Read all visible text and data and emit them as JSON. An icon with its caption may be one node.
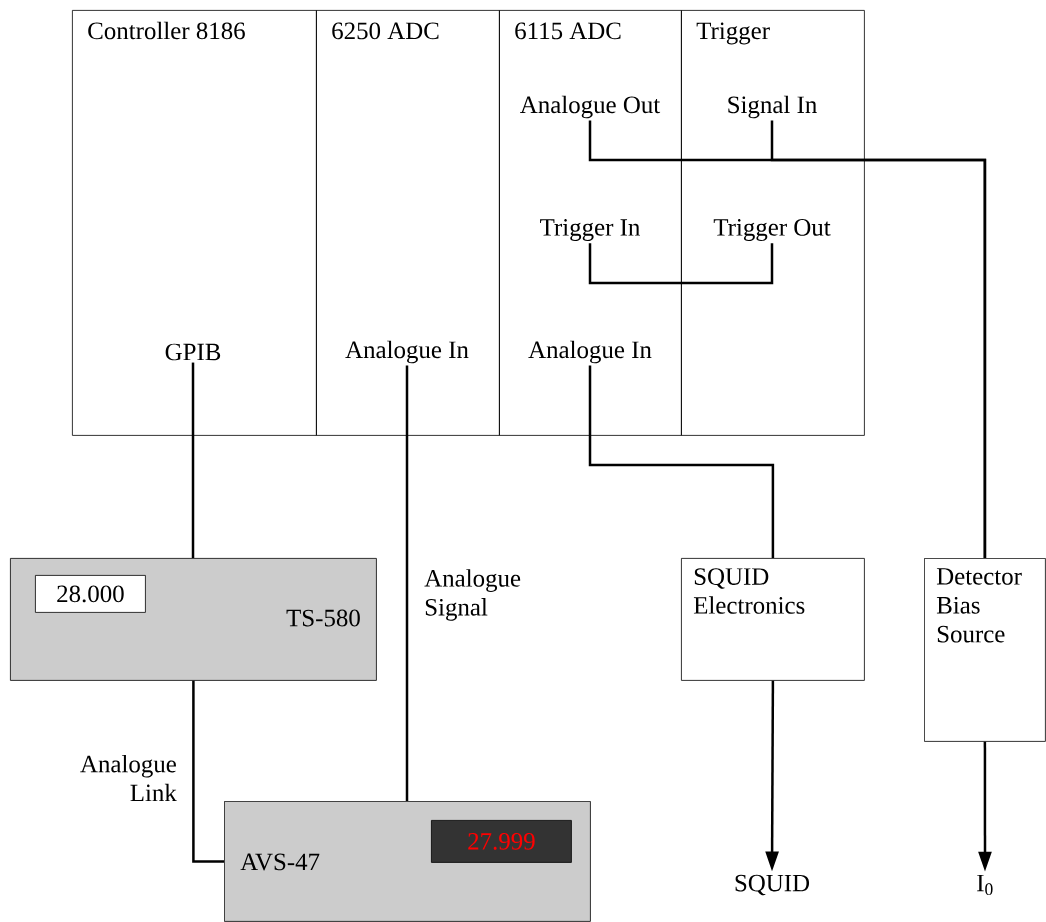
{
  "diagram": {
    "nodes": [
      {
        "text": [
          "Controller 8186"
        ]
      },
      {
        "text": [
          "6250 ADC"
        ]
      },
      {
        "text": [
          "6115 ADC"
        ]
      },
      {
        "text": [
          "Trigger"
        ]
      },
      {
        "text": [
          "GPIB"
        ],
        "in": 0
      },
      {
        "text": [
          "Analogue In"
        ],
        "in": 1
      },
      {
        "text": [
          "Analogue Out"
        ],
        "in": 2
      },
      {
        "text": [
          "Trigger In"
        ],
        "in": 2
      },
      {
        "text": [
          "Analogue In"
        ],
        "in": 2
      },
      {
        "text": [
          "Signal In"
        ],
        "in": 3
      },
      {
        "text": [
          "Trigger Out"
        ],
        "in": 3
      },
      {
        "text": [
          "TS-580"
        ]
      },
      {
        "text": [
          "28.000"
        ],
        "in": 11
      },
      {
        "text": [
          "AVS-47"
        ]
      },
      {
        "text": [
          "27.999"
        ],
        "in": 13
      },
      {
        "text": [
          "SQUID Electronics"
        ]
      },
      {
        "text": [
          "Detector Bias Source"
        ]
      },
      {
        "text": [
          "SQUID"
        ]
      },
      {
        "text": [
          "I$_{0}$"
        ]
      }
    ],
    "edges": [
      {
        "from": 4,
        "to": 11,
        "arrow": "none"
      },
      {
        "from": 11,
        "to": 13,
        "arrow": "none",
        "label": "Analogue Link"
      },
      {
        "from": 5,
        "to": 13,
        "arrow": "none",
        "label": "Analogue Signal"
      },
      {
        "from": 6,
        "to": 16,
        "arrow": "none"
      },
      {
        "from": 9,
        "to": 16,
        "arrow": "none"
      },
      {
        "from": 7,
        "to": 10,
        "arrow": "none"
      },
      {
        "from": 8,
        "to": 15,
        "arrow": "none"
      },
      {
        "from": 15,
        "to": 17,
        "arrow": "to"
      },
      {
        "from": 16,
        "to": 18,
        "arrow": "to"
      }
    ]
  }
}
